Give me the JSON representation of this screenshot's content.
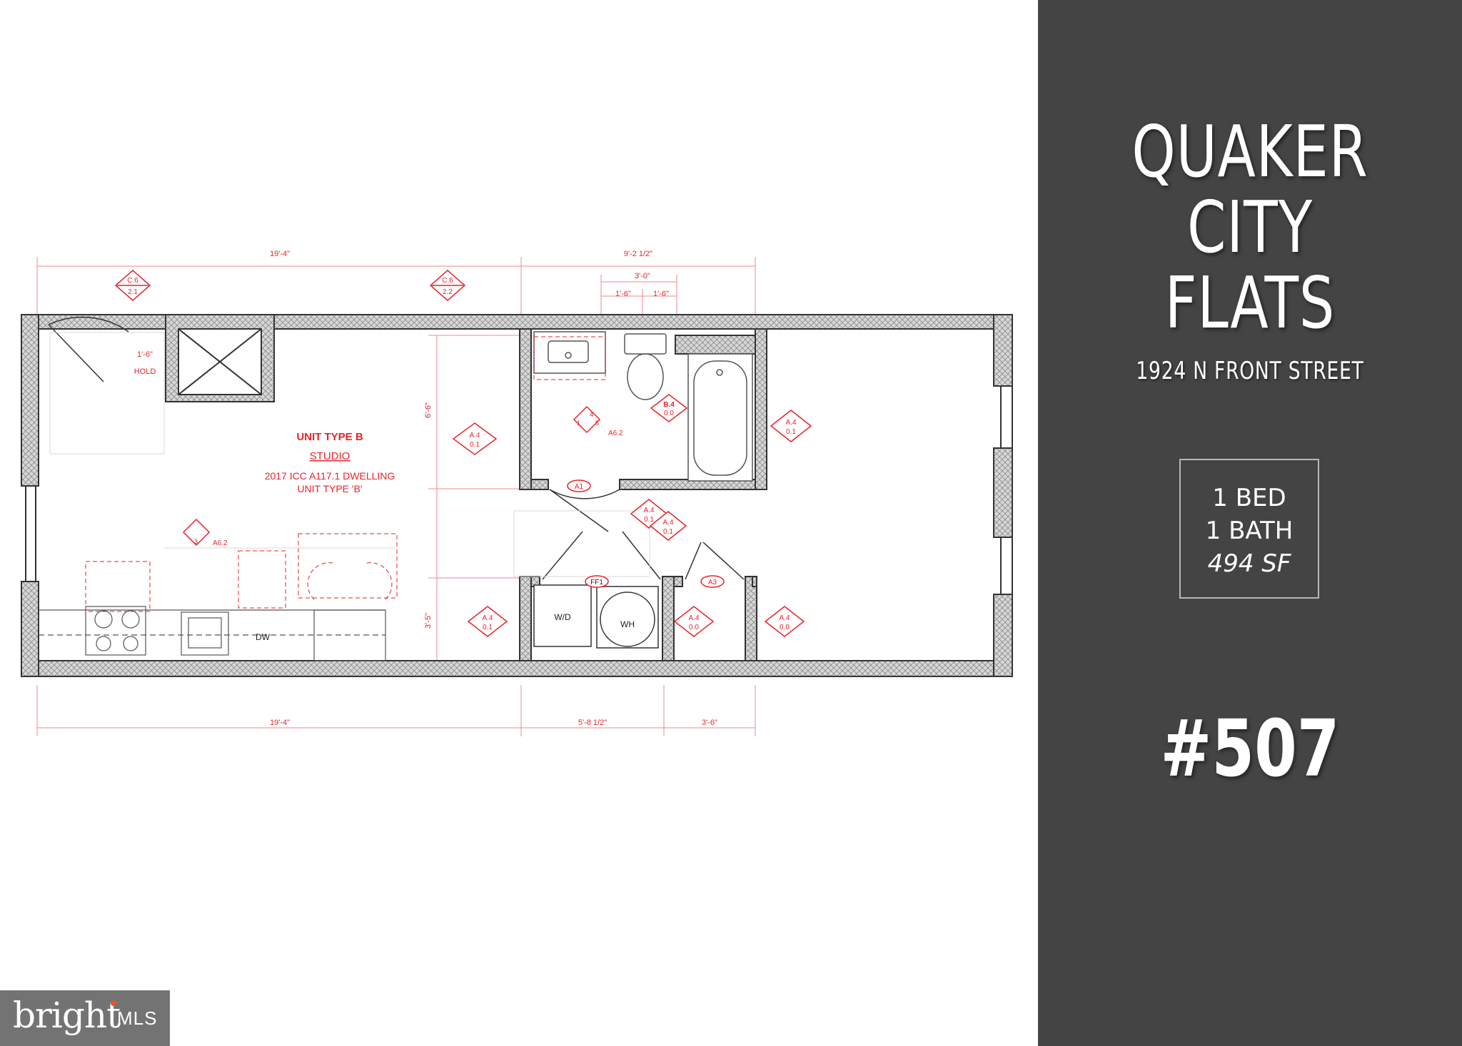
{
  "panel": {
    "title_line1": "QUAKER CITY",
    "title_line2": "FLATS",
    "address": "1924 N FRONT STREET",
    "beds": "1 BED",
    "baths": "1 BATH",
    "area": "494 SF",
    "unit_number": "#507",
    "background": "#444445"
  },
  "plan": {
    "unit_type": "UNIT TYPE B",
    "unit_kind": "STUDIO",
    "code_line1": "2017 ICC A117.1 DWELLING",
    "code_line2": "UNIT TYPE 'B'",
    "dims": {
      "top_left": "19'-4\"",
      "top_right": "9'-2 1/2\"",
      "top_sub": "3'-0\"",
      "top_sub_a": "1'-6\"",
      "top_sub_b": "1'-6\"",
      "bottom_left": "19'-4\"",
      "bottom_mid": "5'-8 1/2\"",
      "bottom_right": "3'-6\"",
      "side_upper": "6'-6\"",
      "side_lower": "3'-5\"",
      "hold_dim": "1'-6\"",
      "hold": "HOLD"
    },
    "tags": {
      "c6_21_top": "C.6",
      "c6_21_bot": "2.1",
      "c6_22_top": "C.6",
      "c6_22_bot": "2.2",
      "a4_01_top": "A.4",
      "a4_01_bot": "0.1",
      "b4_00_top": "B.4",
      "b4_00_bot": "0.0",
      "a4_00_top": "A.4",
      "a4_00_bot": "0.0",
      "a62": "A6.2",
      "a1": "A1",
      "ff1": "FF1",
      "a3": "A3",
      "sec4": "4",
      "sec5": "5",
      "sec1": "1",
      "sec3": "3"
    },
    "labels": {
      "dishwasher": "DW",
      "washer_dryer": "W/D",
      "water_heater": "WH"
    },
    "accent_color": "#e8232a"
  },
  "watermark": {
    "brand": "bright",
    "suffix": "MLS"
  }
}
